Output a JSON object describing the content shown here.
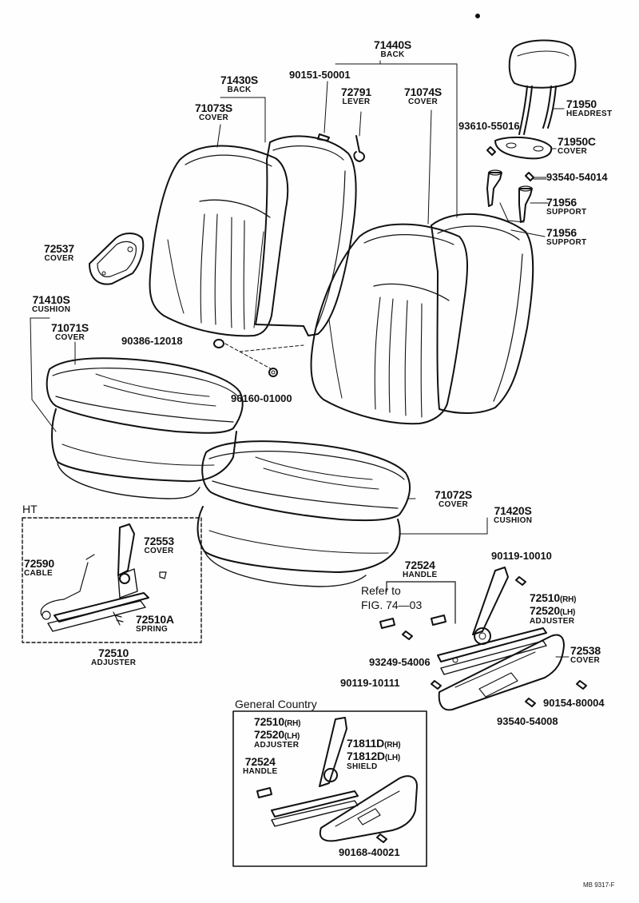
{
  "parts": {
    "p71440s": {
      "num": "71440S",
      "name": "BACK"
    },
    "p71430s": {
      "num": "71430S",
      "name": "BACK"
    },
    "p71073s": {
      "num": "71073S",
      "name": "COVER"
    },
    "p90151": {
      "num": "90151-50001"
    },
    "p72791": {
      "num": "72791",
      "name": "LEVER"
    },
    "p71074s": {
      "num": "71074S",
      "name": "COVER"
    },
    "p71950": {
      "num": "71950",
      "name": "HEADREST"
    },
    "p93610": {
      "num": "93610-55016"
    },
    "p71950c": {
      "num": "71950C",
      "name": "COVER"
    },
    "p93540a": {
      "num": "93540-54014"
    },
    "p71956a": {
      "num": "71956",
      "name": "SUPPORT"
    },
    "p71956b": {
      "num": "71956",
      "name": "SUPPORT"
    },
    "p72537": {
      "num": "72537",
      "name": "COVER"
    },
    "p71410s": {
      "num": "71410S",
      "name": "CUSHION"
    },
    "p71071s": {
      "num": "71071S",
      "name": "COVER"
    },
    "p90386": {
      "num": "90386-12018"
    },
    "p96160": {
      "num": "96160-01000"
    },
    "p71072s": {
      "num": "71072S",
      "name": "COVER"
    },
    "p71420s": {
      "num": "71420S",
      "name": "CUSHION"
    },
    "p72553": {
      "num": "72553",
      "name": "COVER"
    },
    "p72590": {
      "num": "72590",
      "name": "CABLE"
    },
    "p72510a": {
      "num": "72510A",
      "name": "SPRING"
    },
    "p72510ht": {
      "num": "72510",
      "name": "ADJUSTER"
    },
    "p72524": {
      "num": "72524",
      "name": "HANDLE"
    },
    "p90119a": {
      "num": "90119-10010"
    },
    "p72510rh": {
      "num": "72510",
      "suffix": "(RH)"
    },
    "p72520lh": {
      "num": "72520",
      "suffix": "(LH)",
      "name": "ADJUSTER"
    },
    "p93249": {
      "num": "93249-54006"
    },
    "p72538": {
      "num": "72538",
      "name": "COVER"
    },
    "p90119b": {
      "num": "90119-10111"
    },
    "p90154": {
      "num": "90154-80004"
    },
    "p93540b": {
      "num": "93540-54008"
    },
    "gc72510": {
      "num": "72510",
      "suffix": "(RH)"
    },
    "gc72520": {
      "num": "72520",
      "suffix": "(LH)",
      "name": "ADJUSTER"
    },
    "gc71811d": {
      "num": "71811D",
      "suffix": "(RH)"
    },
    "gc71812d": {
      "num": "71812D",
      "suffix": "(LH)",
      "name": "SHIELD"
    },
    "gc72524": {
      "num": "72524",
      "name": "HANDLE"
    },
    "gc90168": {
      "num": "90168-40021"
    }
  },
  "sections": {
    "ht": "HT",
    "general_country": "General Country",
    "refer_line1": "Refer to",
    "refer_line2": "FIG. 74—03"
  },
  "footer_code": "MB 9317-F"
}
